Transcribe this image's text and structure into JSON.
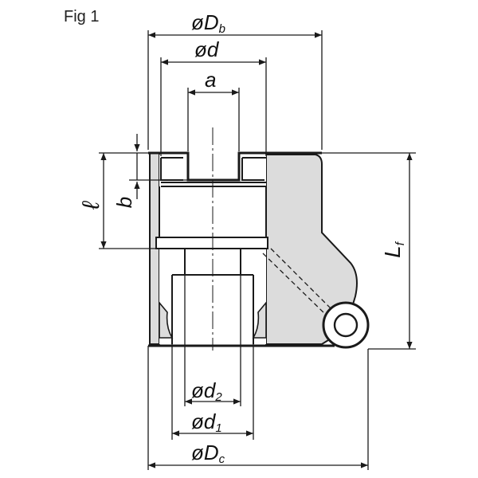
{
  "figure": {
    "label": "Fig 1",
    "dims": {
      "Db": {
        "sym": "øD",
        "sub": "b"
      },
      "d": {
        "sym": "ød",
        "sub": ""
      },
      "a": {
        "sym": "a",
        "sub": ""
      },
      "l": {
        "sym": "ℓ",
        "sub": ""
      },
      "b": {
        "sym": "b",
        "sub": ""
      },
      "Lf": {
        "sym": "L",
        "sub": "f"
      },
      "d2": {
        "sym": "ød",
        "sub": "2"
      },
      "d1": {
        "sym": "ød",
        "sub": "1"
      },
      "Dc": {
        "sym": "øD",
        "sub": "c"
      }
    },
    "colors": {
      "body_fill": "#dcdcdc",
      "line": "#1a1a1a",
      "background": "#ffffff"
    }
  }
}
